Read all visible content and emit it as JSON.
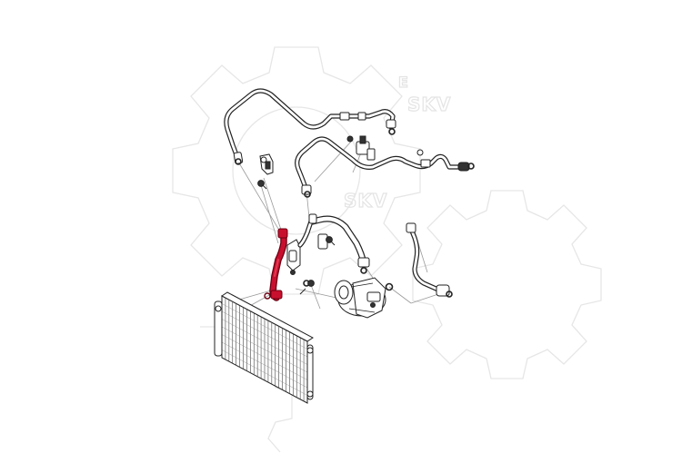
{
  "watermark": {
    "text": "SKV",
    "color": "#e4e4e4"
  },
  "colors": {
    "line": "#222222",
    "highlight": "#c8102e",
    "leader": "#9a9a9a",
    "background": "#ffffff"
  },
  "parts": [
    {
      "name": "upper-suction-line"
    },
    {
      "name": "upper-liquid-line"
    },
    {
      "name": "highlighted-discharge-hose"
    },
    {
      "name": "compressor-suction-hose"
    },
    {
      "name": "accumulator-hose"
    },
    {
      "name": "ac-compressor"
    },
    {
      "name": "condenser"
    },
    {
      "name": "mounting-bolts"
    },
    {
      "name": "o-rings"
    },
    {
      "name": "pipe-clips"
    }
  ]
}
